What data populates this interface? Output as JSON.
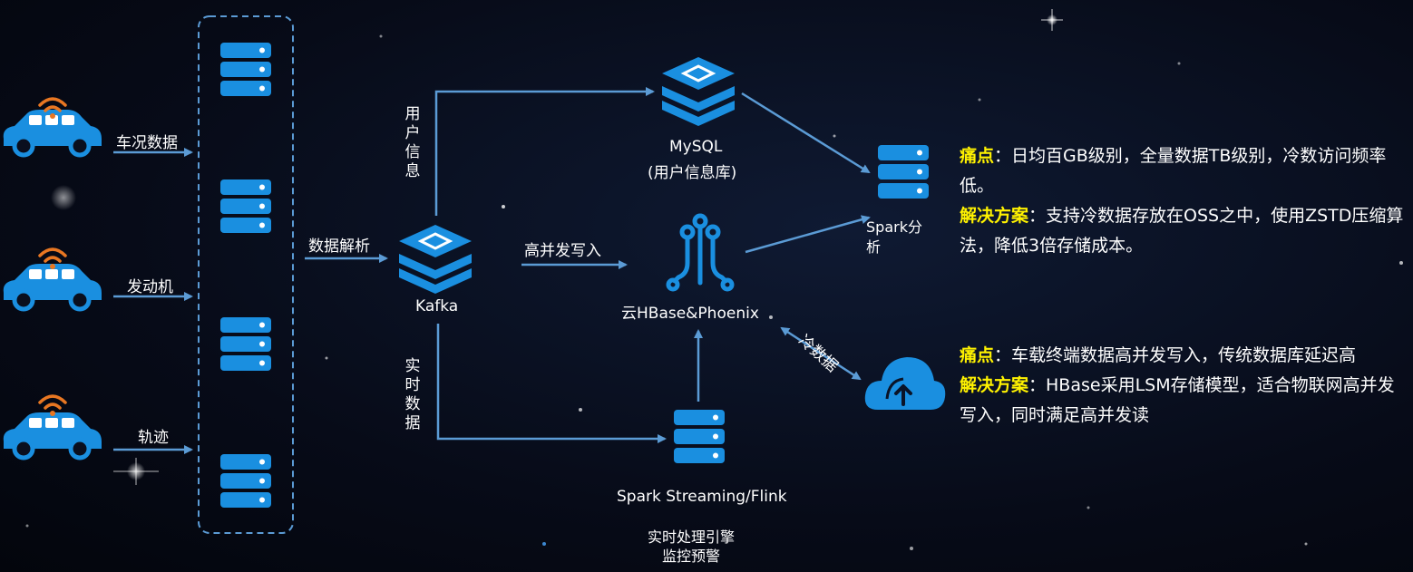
{
  "sources": [
    {
      "label": "车况数据"
    },
    {
      "label": "发动机"
    },
    {
      "label": "轨迹"
    }
  ],
  "labels": {
    "parse": "数据解析",
    "kafka": "Kafka",
    "user_info_vertical": "用户信息",
    "realtime_vertical": "实时数据",
    "high_concurrency_write": "高并发写入",
    "mysql": "MySQL",
    "mysql_sub": "(用户信息库)",
    "hbase": "云HBase&Phoenix",
    "spark_streaming": "Spark Streaming/Flink",
    "realtime_engine": "实时处理引擎",
    "monitor_alert": "监控预警",
    "spark_analysis_line1": "Spark分",
    "spark_analysis_line2": "析",
    "cold_data": "冷数据"
  },
  "notes": [
    {
      "pain_key": "痛点",
      "pain_text": "：日均百GB级别，全量数据TB级别，冷数访问频率低。",
      "solution_key": "解决方案",
      "solution_text": "：支持冷数据存放在OSS之中，使用ZSTD压缩算法，降低3倍存储成本。"
    },
    {
      "pain_key": "痛点",
      "pain_text": "：车载终端数据高并发写入，传统数据库延迟高",
      "solution_key": "解决方案",
      "solution_text": "：HBase采用LSM存储模型，适合物联网高并发写入，同时满足高并发读"
    }
  ],
  "colors": {
    "accent_blue": "#1a8fe0",
    "arrow": "#5b9bd5",
    "wifi": "#e87722",
    "highlight": "#fff200"
  }
}
